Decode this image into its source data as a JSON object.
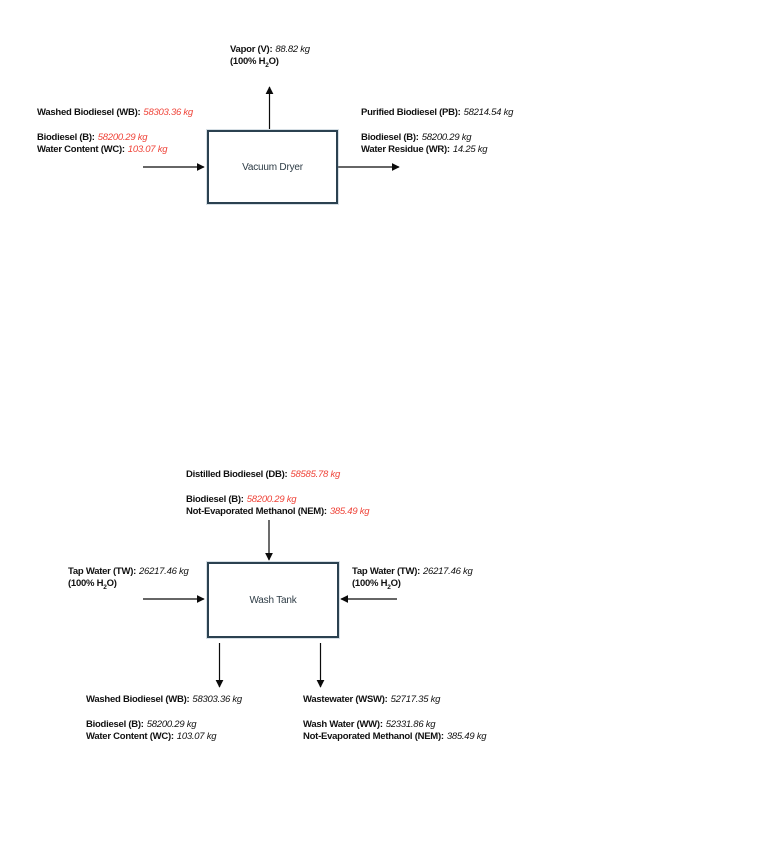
{
  "colors": {
    "stream_value_red": "#ef4338",
    "box_border": "#2b4150",
    "text": "#111111",
    "background": "#ffffff"
  },
  "vacuum_dryer": {
    "name": "Vacuum Dryer",
    "vapor": {
      "label": "Vapor (V):",
      "value": "88.82 kg",
      "red": "false",
      "comp_prefix": "(100% H",
      "comp_sub": "2",
      "comp_suffix": "O)"
    },
    "inlet": {
      "total": {
        "label": "Washed Biodiesel (WB):",
        "value": "58303.36 kg",
        "red": "true"
      },
      "c1": {
        "label": "Biodiesel (B):",
        "value": "58200.29 kg",
        "red": "true"
      },
      "c2": {
        "label": "Water Content (WC):",
        "value": "103.07 kg",
        "red": "true"
      }
    },
    "outlet": {
      "total": {
        "label": "Purified Biodiesel (PB):",
        "value": "58214.54 kg",
        "red": "false"
      },
      "c1": {
        "label": "Biodiesel (B):",
        "value": "58200.29 kg",
        "red": "false"
      },
      "c2": {
        "label": "Water Residue (WR):",
        "value": "14.25 kg",
        "red": "false"
      }
    }
  },
  "wash_tank": {
    "name": "Wash Tank",
    "feed": {
      "total": {
        "label": "Distilled Biodiesel (DB):",
        "value": "58585.78 kg",
        "red": "true"
      },
      "c1": {
        "label": "Biodiesel (B):",
        "value": "58200.29 kg",
        "red": "true"
      },
      "c2": {
        "label": "Not-Evaporated Methanol (NEM):",
        "value": "385.49 kg",
        "red": "true"
      }
    },
    "tap_left": {
      "label": "Tap Water (TW):",
      "value": "26217.46 kg",
      "red": "false",
      "comp_prefix": "(100% H",
      "comp_sub": "2",
      "comp_suffix": "O)"
    },
    "tap_right": {
      "label": "Tap Water (TW):",
      "value": "26217.46 kg",
      "red": "false",
      "comp_prefix": "(100% H",
      "comp_sub": "2",
      "comp_suffix": "O)"
    },
    "out_left": {
      "total": {
        "label": "Washed Biodiesel (WB):",
        "value": "58303.36 kg",
        "red": "false"
      },
      "c1": {
        "label": "Biodiesel (B):",
        "value": "58200.29 kg",
        "red": "false"
      },
      "c2": {
        "label": "Water Content (WC):",
        "value": "103.07 kg",
        "red": "false"
      }
    },
    "out_right": {
      "total": {
        "label": "Wastewater (WSW):",
        "value": "52717.35 kg",
        "red": "false"
      },
      "c1": {
        "label": "Wash Water (WW):",
        "value": "52331.86 kg",
        "red": "false"
      },
      "c2": {
        "label": "Not-Evaporated Methanol (NEM):",
        "value": "385.49 kg",
        "red": "false"
      }
    }
  }
}
